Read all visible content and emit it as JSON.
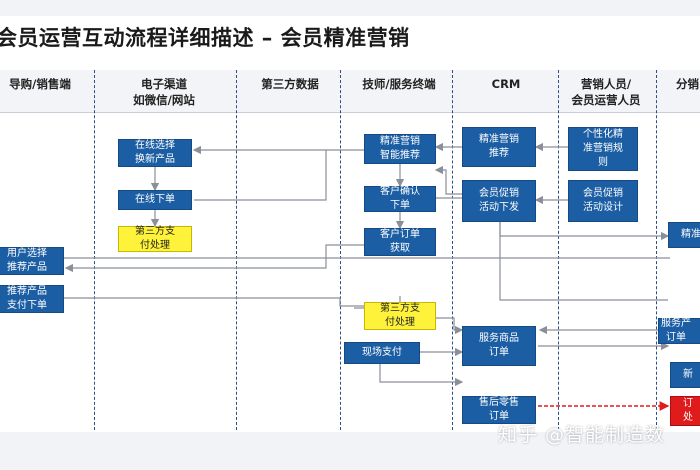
{
  "title": "会员运营互动流程详细描述 – 会员精准营销",
  "columns": [
    {
      "id": "guide",
      "label": "导购/销售端"
    },
    {
      "id": "ecom",
      "label": "电子渠道\n如微信/网站"
    },
    {
      "id": "third",
      "label": "第三方数据"
    },
    {
      "id": "tech",
      "label": "技师/服务终端"
    },
    {
      "id": "crm",
      "label": "CRM"
    },
    {
      "id": "market",
      "label": "营销人员/\n会员运营人员"
    },
    {
      "id": "analyst",
      "label": "分销"
    }
  ],
  "boxes": {
    "online_select": "在线选择\n换新产品",
    "online_order": "在线下单",
    "third_pay_1": "第三方支\n付处理",
    "user_select": "用户选择\n推荐产品",
    "recommend_order": "推荐产品\n支付下单",
    "precise_recommend": "精准营销\n智能推荐",
    "customer_confirm": "客户确认\n下单",
    "customer_order": "客户订单\n获取",
    "third_pay_2": "第三方支\n付处理",
    "onsite_pay": "现场支付",
    "crm_precise": "精准营销\n推荐",
    "crm_promo": "会员促销\n活动下发",
    "crm_service_order": "服务商品\n订单",
    "crm_after_sale": "售后零售\n订单",
    "mkt_rules": "个性化精\n准营销规\n则",
    "mkt_promo_design": "会员促销\n活动设计",
    "right_precise": "精准",
    "right_service": "服务产\n订单",
    "right_new": "新",
    "right_order": "订\n处"
  },
  "watermark": "知乎 @智能制造数",
  "colors": {
    "box": "#1c5ea4",
    "highlight": "#fff23a",
    "alert": "#e01b1b",
    "lane": "#2e4f86"
  }
}
